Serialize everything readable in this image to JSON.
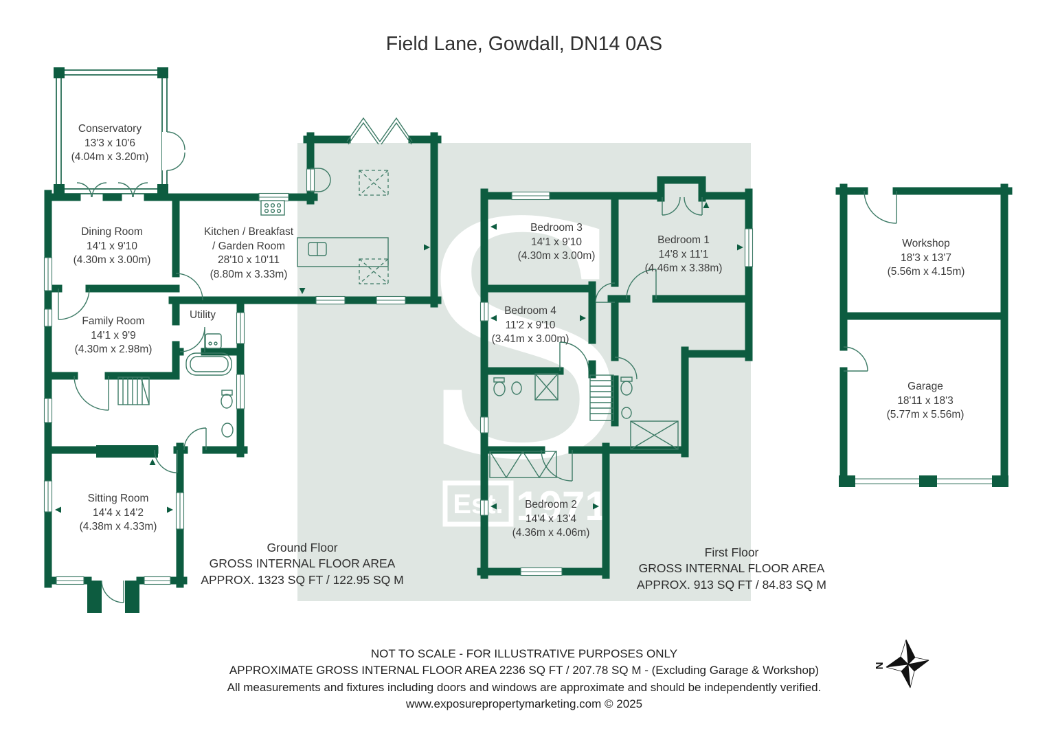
{
  "title": "Field Lane, Gowdall, DN14 0AS",
  "watermark": {
    "letter": "S",
    "est": "Est.",
    "year": "1971"
  },
  "compass": {
    "north_label": "N"
  },
  "rooms": {
    "conservatory": {
      "name": "Conservatory",
      "imperial": "13'3 x 10'6",
      "metric": "(4.04m x 3.20m)"
    },
    "dining": {
      "name": "Dining Room",
      "imperial": "14'1 x 9'10",
      "metric": "(4.30m x 3.00m)"
    },
    "kitchen": {
      "name_line1": "Kitchen / Breakfast",
      "name_line2": "/ Garden Room",
      "imperial": "28'10 x 10'11",
      "metric": "(8.80m x 3.33m)"
    },
    "family": {
      "name": "Family Room",
      "imperial": "14'1 x 9'9",
      "metric": "(4.30m x 2.98m)"
    },
    "utility": {
      "name": "Utility"
    },
    "sitting": {
      "name": "Sitting Room",
      "imperial": "14'4 x 14'2",
      "metric": "(4.38m x 4.33m)"
    },
    "bedroom3": {
      "name": "Bedroom 3",
      "imperial": "14'1 x 9'10",
      "metric": "(4.30m x 3.00m)"
    },
    "bedroom1": {
      "name": "Bedroom 1",
      "imperial": "14'8 x 11'1",
      "metric": "(4.46m x 3.38m)"
    },
    "bedroom4": {
      "name": "Bedroom 4",
      "imperial": "11'2 x 9'10",
      "metric": "(3.41m x 3.00m)"
    },
    "bedroom2": {
      "name": "Bedroom 2",
      "imperial": "14'4 x 13'4",
      "metric": "(4.36m x 4.06m)"
    },
    "workshop": {
      "name": "Workshop",
      "imperial": "18'3 x 13'7",
      "metric": "(5.56m x 4.15m)"
    },
    "garage": {
      "name": "Garage",
      "imperial": "18'11 x 18'3",
      "metric": "(5.77m x 5.56m)"
    }
  },
  "floors": {
    "ground": {
      "name": "Ground Floor",
      "line2": "GROSS INTERNAL FLOOR AREA",
      "line3": "APPROX. 1323 SQ FT / 122.95 SQ M"
    },
    "first": {
      "name": "First Floor",
      "line2": "GROSS INTERNAL FLOOR AREA",
      "line3": "APPROX. 913 SQ FT / 84.83 SQ M"
    }
  },
  "footer": {
    "line1": "NOT TO SCALE - FOR ILLUSTRATIVE PURPOSES ONLY",
    "line2": "APPROXIMATE GROSS INTERNAL FLOOR AREA 2236 SQ FT / 207.78 SQ M - (Excluding Garage & Workshop)",
    "line3": "All measurements and fixtures including doors and windows are approximate and should be independently verified.",
    "line4": "www.exposurepropertymarketing.com © 2025"
  },
  "colors": {
    "wall": "#0d5c40",
    "line": "#3c7a65",
    "shade": "#dfe6e2",
    "text": "#3d3d3d"
  }
}
